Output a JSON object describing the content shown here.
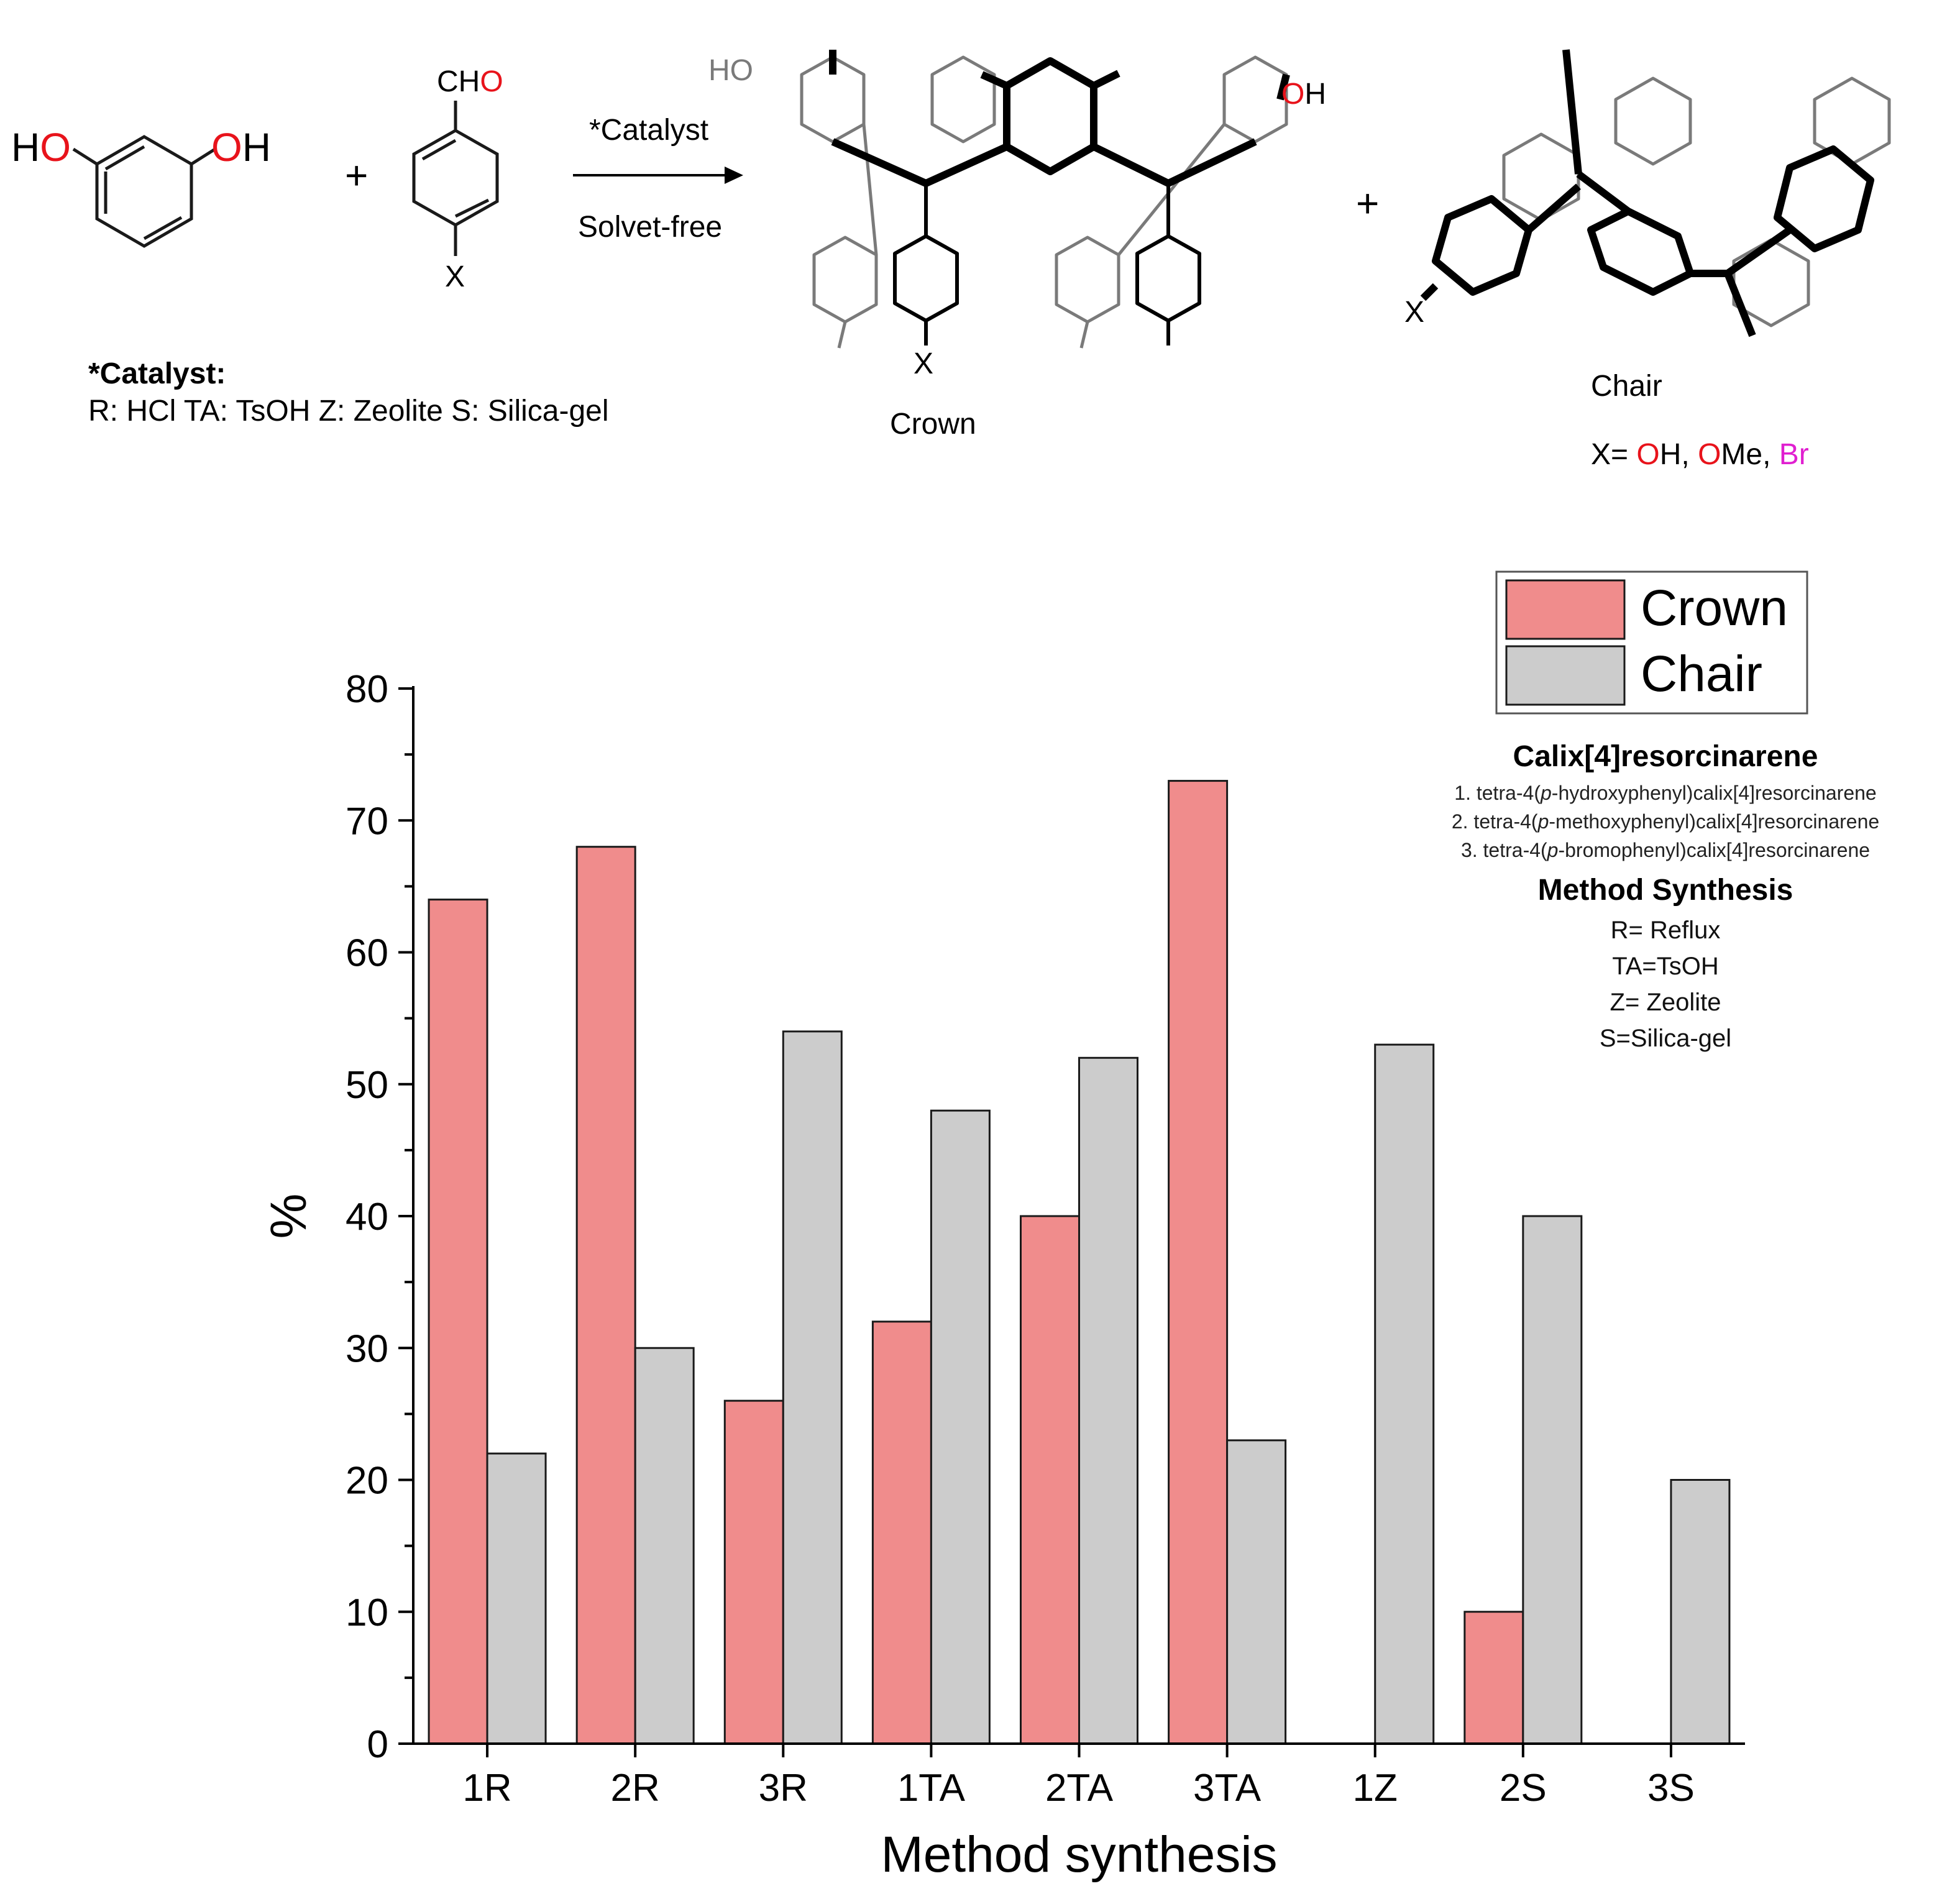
{
  "scheme": {
    "reactant1": {
      "ho_h": "H",
      "ho_o": "O",
      "oh_o": "O",
      "oh_h": "H"
    },
    "plus": "+",
    "reactant2": {
      "cho_ch": "CH",
      "cho_o": "O",
      "x": "X"
    },
    "arrow_top": "*Catalyst",
    "arrow_bottom": "Solvet-free",
    "catalyst_title": "*Catalyst:",
    "catalyst_list": "R: HCl TA:  TsOH  Z: Zeolite S: Silica-gel",
    "crown_label": "Crown",
    "chair_label": "Chair",
    "crown_oh": {
      "o": "O",
      "h": "H"
    },
    "ho_gray": "HO",
    "x_sub": "X",
    "x_def": {
      "prefix": "X= ",
      "o1": "O",
      "h1": "H, ",
      "o2": "O",
      "me": "Me, ",
      "br": "Br"
    }
  },
  "legend": {
    "crown": "Crown",
    "chair": "Chair"
  },
  "notes": {
    "title": "Calix[4]resorcinarene",
    "compounds": [
      {
        "pre": "1. tetra-4(",
        "p": "p",
        "post": "-hydroxyphenyl)calix[4]resorcinarene"
      },
      {
        "pre": "2. tetra-4(",
        "p": "p",
        "post": "-methoxyphenyl)calix[4]resorcinarene"
      },
      {
        "pre": "3. tetra-4(",
        "p": "p",
        "post": "-bromophenyl)calix[4]resorcinarene"
      }
    ],
    "method_title": "Method Synthesis",
    "methods": [
      "R= Reflux",
      "TA=TsOH",
      "Z= Zeolite",
      "S=Silica-gel"
    ]
  },
  "chart_data": {
    "type": "bar",
    "title": "",
    "xlabel": "Method synthesis",
    "ylabel": "%",
    "ylim": [
      0,
      80
    ],
    "yticks": [
      "0",
      "10",
      "20",
      "30",
      "40",
      "50",
      "60",
      "70",
      "80"
    ],
    "categories": [
      "1R",
      "2R",
      "3R",
      "1TA",
      "2TA",
      "3TA",
      "1Z",
      "2S",
      "3S"
    ],
    "series": [
      {
        "name": "Crown",
        "color": "#f08c8c",
        "values": [
          64,
          68,
          26,
          32,
          40,
          73,
          0,
          10,
          0
        ]
      },
      {
        "name": "Chair",
        "color": "#cccccc",
        "values": [
          22,
          30,
          54,
          48,
          52,
          23,
          53,
          40,
          20
        ]
      }
    ],
    "legend_position": "top-right",
    "grid": false
  }
}
